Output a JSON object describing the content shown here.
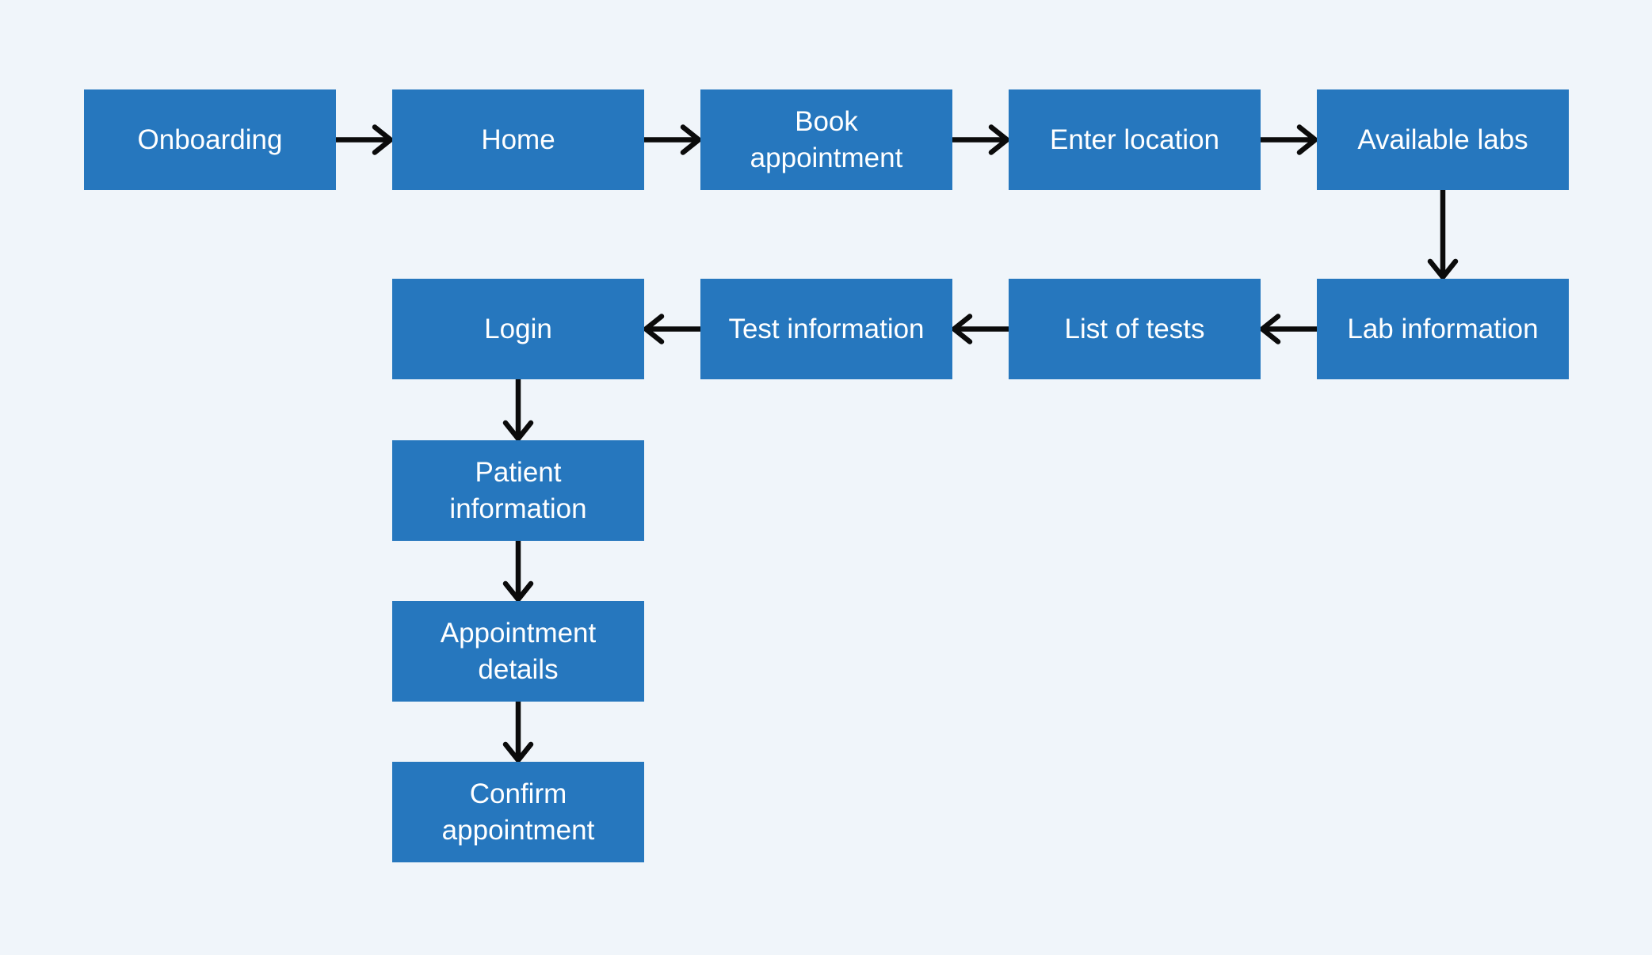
{
  "diagram": {
    "background_color": "#F0F5FA",
    "node_fill_color": "#2677BE",
    "node_text_color": "#FFFFFF",
    "arrow_color": "#0B0B0B",
    "nodes": [
      {
        "id": "onboarding",
        "label": "Onboarding"
      },
      {
        "id": "home",
        "label": "Home"
      },
      {
        "id": "book-appointment",
        "label": "Book appointment"
      },
      {
        "id": "enter-location",
        "label": "Enter location"
      },
      {
        "id": "available-labs",
        "label": "Available labs"
      },
      {
        "id": "lab-information",
        "label": "Lab information"
      },
      {
        "id": "list-of-tests",
        "label": "List of tests"
      },
      {
        "id": "test-information",
        "label": "Test information"
      },
      {
        "id": "login",
        "label": "Login"
      },
      {
        "id": "patient-information",
        "label": "Patient information"
      },
      {
        "id": "appointment-details",
        "label": "Appointment details"
      },
      {
        "id": "confirm-appointment",
        "label": "Confirm appointment"
      }
    ],
    "edges": [
      {
        "from": "onboarding",
        "to": "home"
      },
      {
        "from": "home",
        "to": "book-appointment"
      },
      {
        "from": "book-appointment",
        "to": "enter-location"
      },
      {
        "from": "enter-location",
        "to": "available-labs"
      },
      {
        "from": "available-labs",
        "to": "lab-information"
      },
      {
        "from": "lab-information",
        "to": "list-of-tests"
      },
      {
        "from": "list-of-tests",
        "to": "test-information"
      },
      {
        "from": "test-information",
        "to": "login"
      },
      {
        "from": "login",
        "to": "patient-information"
      },
      {
        "from": "patient-information",
        "to": "appointment-details"
      },
      {
        "from": "appointment-details",
        "to": "confirm-appointment"
      }
    ]
  }
}
